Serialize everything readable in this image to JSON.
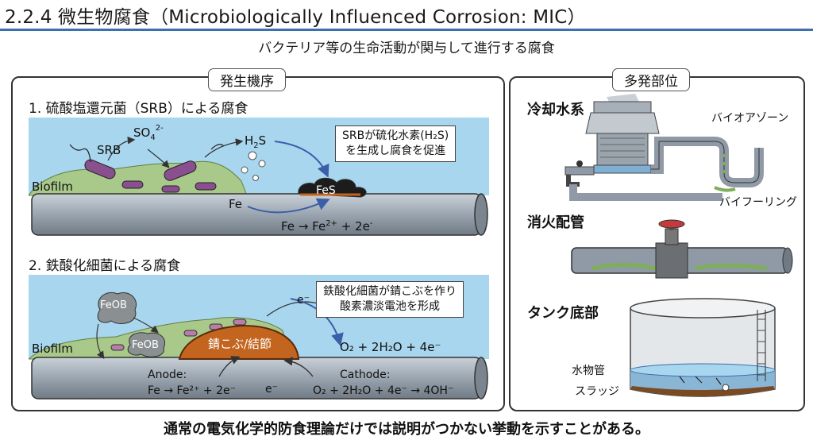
{
  "header": {
    "title": "2.2.4 微生物腐食（Microbiologically Influenced Corrosion: MIC）"
  },
  "subtitle": "バクテリア等の生命活動が関与して進行する腐食",
  "left_panel": {
    "label": "発生機序",
    "section1": {
      "title": "1. 硫酸塩還元菌（SRB）による腐食",
      "srb": "SRB",
      "so4": "SO",
      "so4_sub": "4",
      "so4_sup": "2-",
      "h2s": "H",
      "h2s_sub": "2",
      "h2s_s": "S",
      "biofilm": "Biofilm",
      "fe": "Fe",
      "fes": "FeS",
      "eq_a": "Fe → Fe",
      "eq_sup": "2+",
      "eq_b": " + 2e",
      "eq_e": "-",
      "note_line1": "SRBが硫化水素(H₂S)",
      "note_line2": "を生成し腐食を促進"
    },
    "section2": {
      "title": "2. 鉄酸化細菌による腐食",
      "feob1": "FeOB",
      "feob2": "FeOB",
      "biofilm": "Biofilm",
      "rust": "錆こぶ/結節",
      "electron_top": "e⁻",
      "electron_bottom": "e⁻",
      "o2_eq": "O₂ + 2H₂O + 4e⁻",
      "anode_label": "Anode:",
      "anode_eq": "Fe → Fe²⁺ + 2e⁻",
      "cathode_label": "Cathode:",
      "cathode_eq": "O₂ + 2H₂O + 4e⁻ → 4OH⁻",
      "note_line1": "鉄酸化細菌が錆こぶを作り",
      "note_line2": "酸素濃淡電池を形成"
    }
  },
  "right_panel": {
    "label": "多発部位",
    "cooling": {
      "title": "冷却水系",
      "bio_zone": "バイオアゾーン",
      "biofouling": "バイフーリング"
    },
    "fire": {
      "title": "消火配管"
    },
    "tank": {
      "title": "タンク底部",
      "water": "水物管",
      "sludge": "スラッジ"
    }
  },
  "footer": "通常の電気化学的防食理論だけでは説明がつかない挙動を示すことがある。",
  "colors": {
    "accent": "#3b6fb2",
    "water": "#a8d6ee",
    "biofilm": "#a9c98a",
    "bacteria": "#8a4f8e",
    "rust": "#c4651f",
    "pipe": "#8f9aa6"
  }
}
